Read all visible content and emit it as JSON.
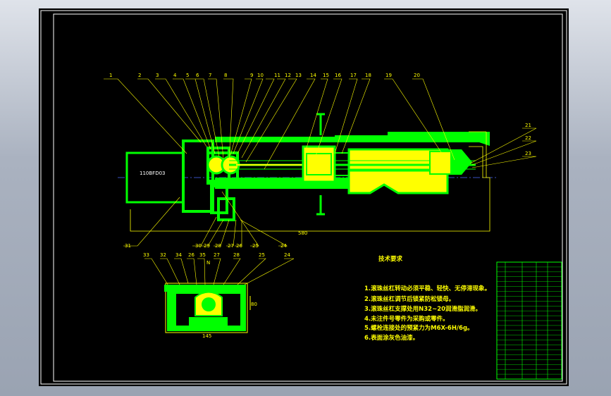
{
  "drawing": {
    "part_code": "110BFD03",
    "balloons_top": [
      "1",
      "2",
      "3",
      "4",
      "5",
      "6",
      "7",
      "8",
      "9",
      "10",
      "11",
      "12",
      "13",
      "14",
      "15",
      "16",
      "17",
      "18",
      "19",
      "20"
    ],
    "balloons_right": [
      "21",
      "22",
      "23"
    ],
    "balloons_bottom": [
      "31",
      "30",
      "29",
      "28",
      "27",
      "26",
      "25",
      "24"
    ],
    "balloons_section": [
      "33",
      "32",
      "34",
      "26",
      "35",
      "27",
      "28",
      "25",
      "24"
    ],
    "dim_overall": "580",
    "dim_section": "145",
    "dim_side": "80",
    "dim_n": "N"
  },
  "notes": {
    "title": "技术要求",
    "items": [
      "1.滚珠丝杠转动必须平稳、轻快、无停滞现象。",
      "2.滚珠丝杠调节后锁紧防松锁母。",
      "3.滚珠丝杠支撑处用N32~20润滑脂润滑。",
      "4.未注件号零件为采购或零件。",
      "5.螺栓连接处的预紧力为M6X-6H/6g。",
      "6.表面涂灰色油漆。"
    ]
  },
  "title_block": {
    "rows": 24
  }
}
